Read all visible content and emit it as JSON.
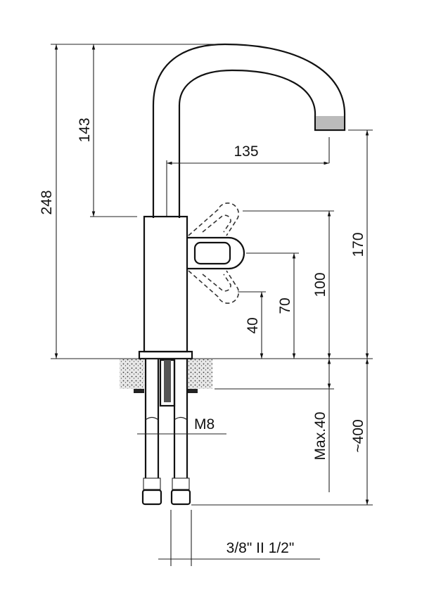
{
  "title": "Faucet dimension drawing",
  "dimensions": {
    "total_height": "248",
    "spout_height": "143",
    "spout_reach": "135",
    "spout_outlet_height": "170",
    "handle_top": "100",
    "handle_mid": "70",
    "handle_bottom": "40",
    "max_counter": "Max.40",
    "hose_length": "~400",
    "thread": "M8",
    "connection": "3/8\" II 1/2\""
  }
}
